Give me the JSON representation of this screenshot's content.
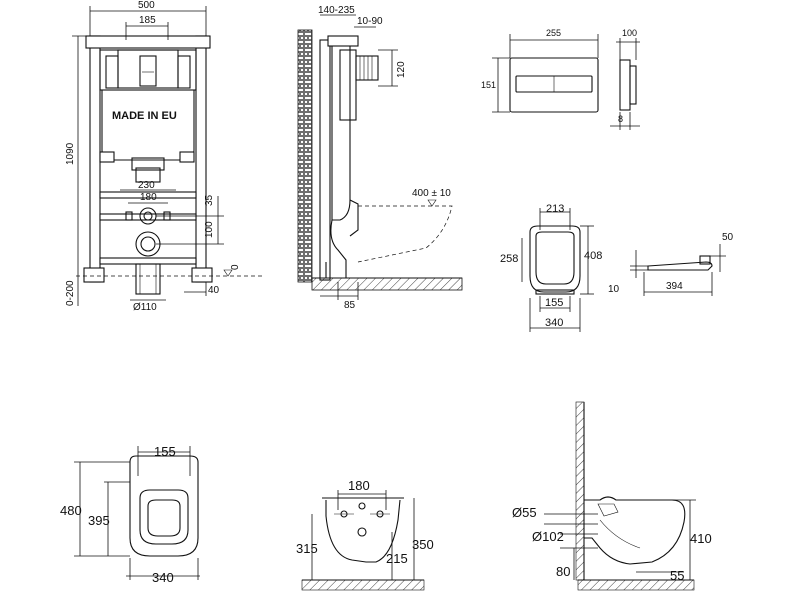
{
  "frame_front": {
    "width": "500",
    "plate_width": "185",
    "height": "1090",
    "label": "MADE IN EU",
    "bracket_width": "230",
    "outlet_spacing": "180",
    "dim_35": "35",
    "dim_100": "100",
    "floor_zero": "0",
    "floor_range": "0-200",
    "pipe_offset": "40",
    "pipe_diameter": "Ø110"
  },
  "frame_side": {
    "depth_range": "140-235",
    "top_offset": "10-90",
    "cistern_height": "120",
    "bowl_height": "400 ± 10",
    "floor_depth": "85"
  },
  "flush_plate": {
    "width": "255",
    "height": "151",
    "depth": "100",
    "thickness": "8"
  },
  "seat_top": {
    "top_width": "213",
    "inner_length": "258",
    "outer_length": "408",
    "hinge_width": "155",
    "width": "340"
  },
  "seat_side": {
    "height": "50",
    "length": "394",
    "base": "10"
  },
  "bowl_top": {
    "top_width": "155",
    "length": "480",
    "inner_length": "395",
    "width": "340"
  },
  "bowl_rear": {
    "bolt_spacing": "180",
    "bolt_height": "315",
    "outlet_height": "215",
    "total_height": "350"
  },
  "bowl_side": {
    "inlet": "Ø55",
    "outlet": "Ø102",
    "height": "410",
    "floor_gap": "80",
    "edge": "55"
  }
}
